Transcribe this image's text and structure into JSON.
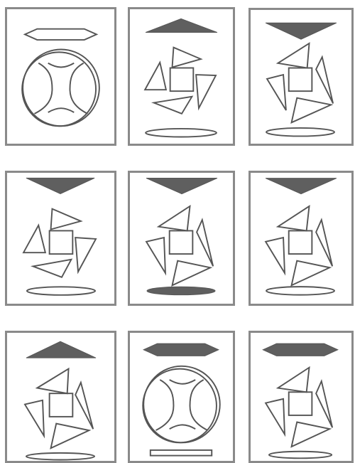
{
  "puzzle": {
    "colors": {
      "stroke": "#555555",
      "fill_dark": "#5f5f5f",
      "fill_light": "#ffffff",
      "border": "#8a8a8a"
    },
    "panels": [
      {
        "top": "hexagon-outline",
        "center": "circle-arcs",
        "center_dir": "none",
        "bottom": "none"
      },
      {
        "top": "triangle-up-dark",
        "center": "pinwheel",
        "center_dir": "ccw",
        "bottom": "ellipse-outline"
      },
      {
        "top": "triangle-down-dark",
        "center": "pinwheel",
        "center_dir": "cw",
        "bottom": "ellipse-outline"
      },
      {
        "top": "triangle-down-dark",
        "center": "pinwheel",
        "center_dir": "ccw",
        "bottom": "ellipse-outline"
      },
      {
        "top": "triangle-down-dark",
        "center": "pinwheel",
        "center_dir": "cw",
        "bottom": "ellipse-dark"
      },
      {
        "top": "triangle-down-dark",
        "center": "pinwheel",
        "center_dir": "cw",
        "bottom": "ellipse-outline"
      },
      {
        "top": "triangle-up-dark",
        "center": "pinwheel",
        "center_dir": "cw",
        "bottom": "ellipse-outline"
      },
      {
        "top": "hexagon-dark",
        "center": "circle-arcs",
        "center_dir": "none",
        "bottom": "rect-outline"
      },
      {
        "top": "hexagon-dark",
        "center": "pinwheel",
        "center_dir": "cw",
        "bottom": "ellipse-outline"
      }
    ]
  }
}
